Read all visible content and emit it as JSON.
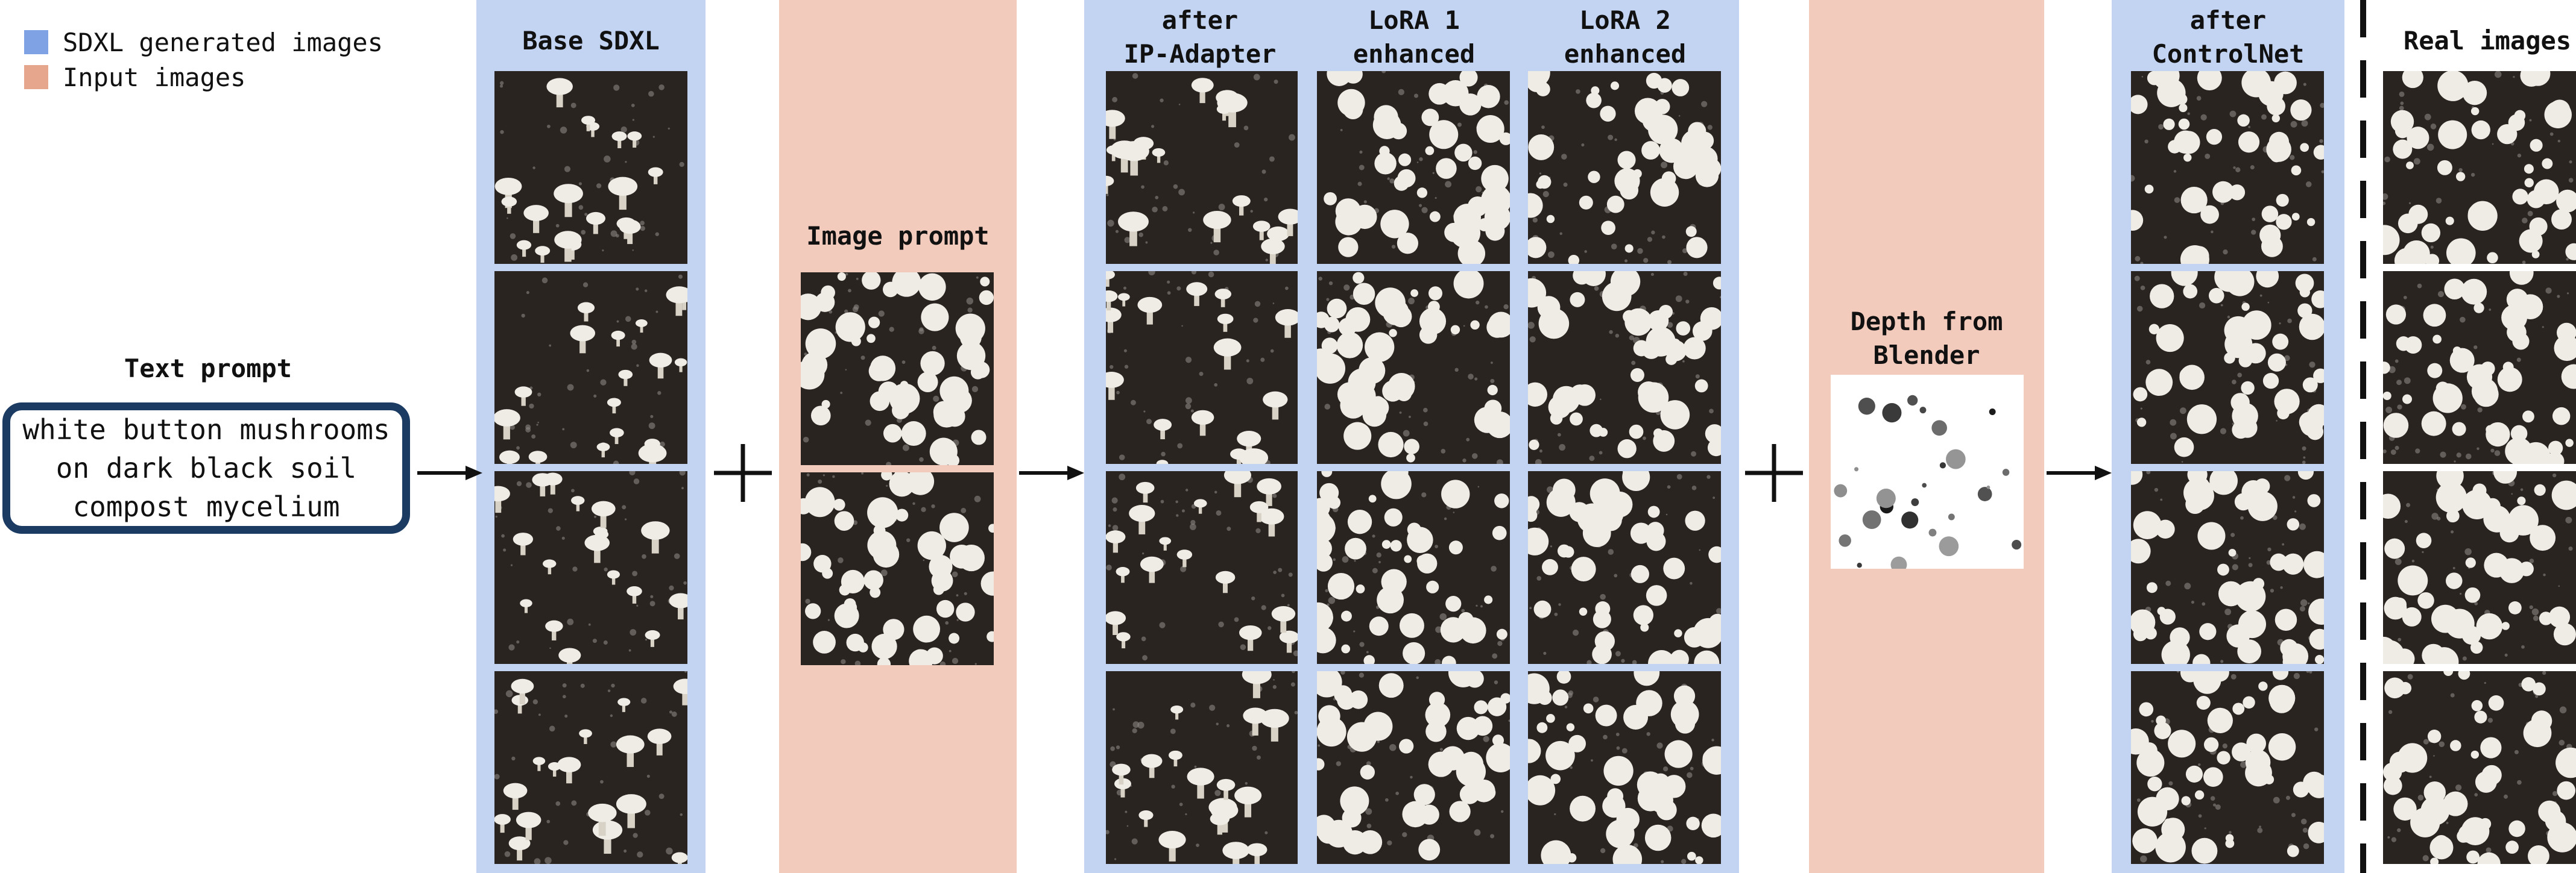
{
  "legend": {
    "generated": {
      "label": "SDXL generated images",
      "color": "#7ea2e4"
    },
    "input": {
      "label": "Input images",
      "color": "#e6a68e"
    }
  },
  "text_prompt": {
    "title": "Text prompt",
    "text": "white button mushrooms\non dark black soil\n compost mycelium"
  },
  "columns": {
    "base_sdxl": {
      "title": "Base SDXL",
      "kind": "generated",
      "image_count": 4
    },
    "image_prompt": {
      "title": "Image prompt",
      "kind": "input",
      "image_count": 2
    },
    "ip_adapter": {
      "title": "after\nIP-Adapter",
      "kind": "generated",
      "image_count": 4
    },
    "lora1": {
      "title": "LoRA 1\nenhanced",
      "kind": "generated",
      "image_count": 4
    },
    "lora2": {
      "title": "LoRA 2\nenhanced",
      "kind": "generated",
      "image_count": 4
    },
    "depth": {
      "title": "Depth from\nBlender",
      "kind": "input",
      "image_count": 1
    },
    "controlnet": {
      "title": "after\nControlNet",
      "kind": "generated",
      "image_count": 4
    },
    "real": {
      "title": "Real images",
      "kind": "real",
      "image_count": 4
    }
  },
  "colors": {
    "band_generated": "#c3d4f3",
    "band_input": "#f2cbbd",
    "prompt_border": "#1c3b63",
    "soil_dark": "#2a2420",
    "mushroom_white": "#efece6"
  },
  "icons": {
    "arrow": "right-arrow-icon",
    "plus": "plus-icon",
    "divider": "dashed-divider"
  }
}
